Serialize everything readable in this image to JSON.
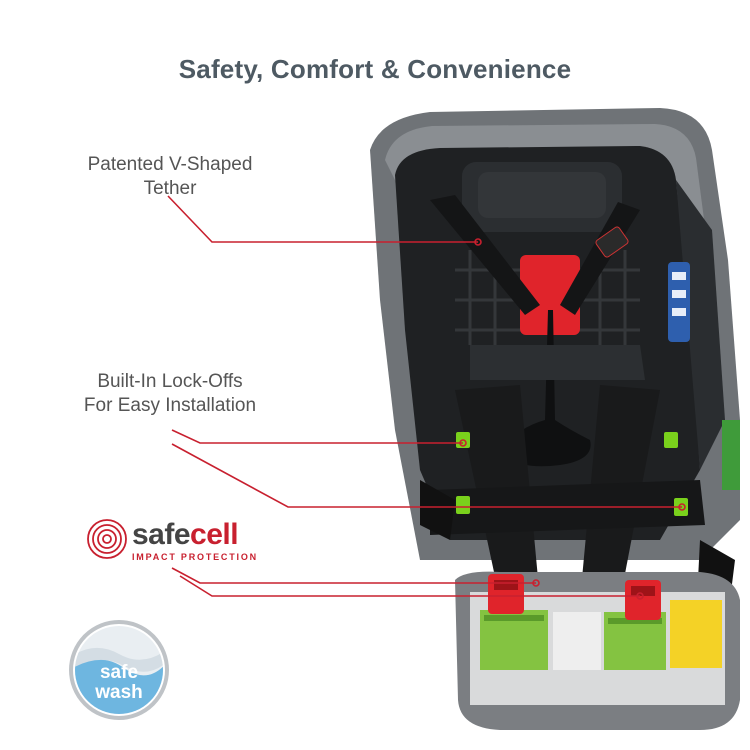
{
  "title": "Safety, Comfort & Convenience",
  "callouts": {
    "tether": "Patented V-Shaped Tether",
    "lockoffs": "Built-In Lock-Offs For Easy Installation"
  },
  "logos": {
    "safecell_word_a": "safe",
    "safecell_word_b": "cell",
    "safecell_tagline": "IMPACT PROTECTION",
    "safewash_a": "safe",
    "safewash_b": "wash"
  },
  "colors": {
    "title": "#4e5a63",
    "callout_line": "#c8202f",
    "lockoff_green": "#7ad11c",
    "connector_red": "#e0242b",
    "seat_fabric": "#1f2123",
    "seat_shell": "#6f7377"
  }
}
